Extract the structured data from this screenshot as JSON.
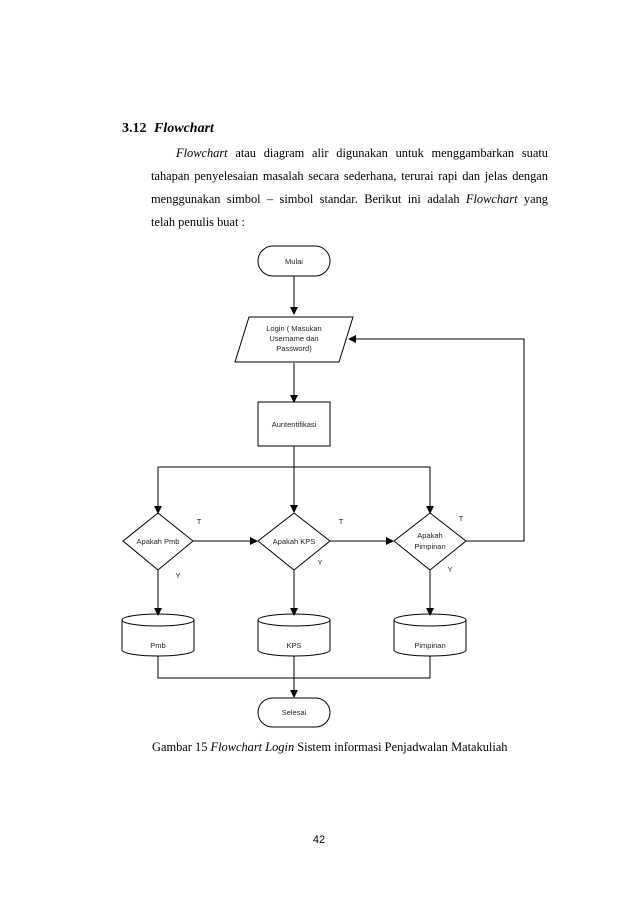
{
  "heading": {
    "number": "3.12",
    "title": "Flowchart"
  },
  "paragraph": {
    "l1_em": "Flowchart",
    "l1_rest": " atau diagram alir digunakan untuk menggambarkan suatu",
    "l2": "tahapan penyelesaian masalah secara sederhana, terurai rapi dan jelas dengan",
    "l3_pre": "menggunakan simbol – simbol standar. Berikut ini adalah ",
    "l3_em": "Flowchart",
    "l3_post": " yang",
    "l4": "telah penulis buat :"
  },
  "flowchart": {
    "start": "Mulai",
    "input": [
      "Login ( Masukan",
      "Username dan",
      "Password)"
    ],
    "process": "Auntentifikasi",
    "decision_pmb": "Apakah Pmb",
    "decision_kps": "Apakah KPS",
    "decision_pimpinan": [
      "Apakah",
      "Pimpinan"
    ],
    "db_pmb": "Pmb",
    "db_kps": "KPS",
    "db_pimpinan": "Pimpinan",
    "end": "Selesai",
    "label_t": "T",
    "label_y": "Y"
  },
  "caption": {
    "prefix": "Gambar 15 ",
    "em": "Flowchart Login",
    "suffix": " Sistem informasi Penjadwalan Matakuliah"
  },
  "page_number": "42"
}
